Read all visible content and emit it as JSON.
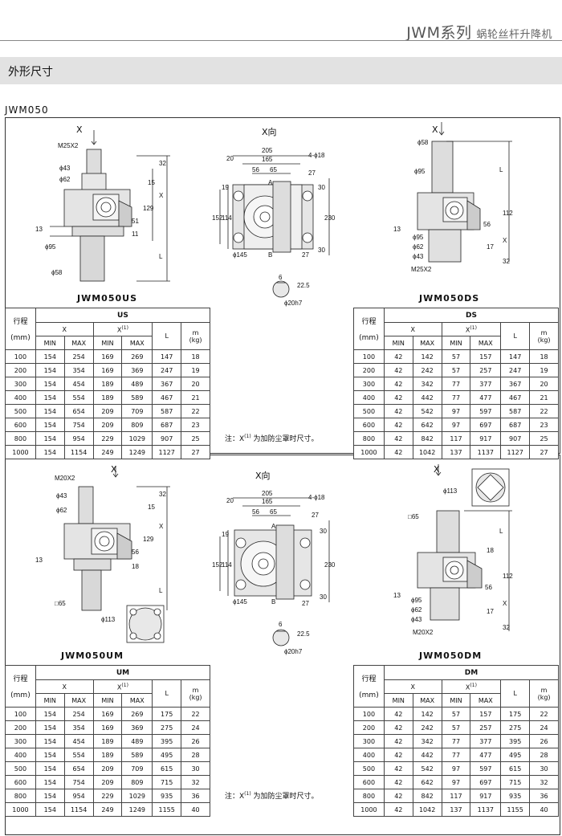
{
  "header": {
    "series": "JWM系列",
    "subtitle": "蜗轮丝杆升降机"
  },
  "section": {
    "title": "外形尺寸"
  },
  "model": {
    "label": "JWM050"
  },
  "drawings": {
    "x_arrow": "X",
    "x_view": "X向",
    "labels": {
      "us": {
        "m25x2": "M25X2",
        "d43": "ϕ43",
        "d62": "ϕ62",
        "d95": "ϕ95",
        "d58": "ϕ58",
        "n32": "32",
        "n15": "15",
        "x": "X",
        "n129": "129",
        "n51": "51",
        "n11": "11",
        "n13": "13",
        "l": "L"
      },
      "ds": {
        "d58": "ϕ58",
        "d95": "ϕ95",
        "d62": "ϕ62",
        "d43": "ϕ43",
        "m25x2": "M25X2",
        "l": "L",
        "n112": "112",
        "n56": "56",
        "x": "X",
        "n17": "17",
        "n32": "32",
        "n13": "13"
      },
      "xview": {
        "n205": "205",
        "n165": "165",
        "n20": "20",
        "n56": "56",
        "n65": "65",
        "hole": "4-ϕ18",
        "n27": "27",
        "n30": "30",
        "n19": "19",
        "n152": "152",
        "n114": "114",
        "n230": "230",
        "d145": "ϕ145",
        "a": "A",
        "b": "B",
        "n27b": "27",
        "n30b": "30",
        "n6": "6",
        "n225": "22.5",
        "d20h7": "ϕ20h7"
      },
      "um": {
        "m20x2": "M20X2",
        "d43": "ϕ43",
        "d62": "ϕ62",
        "n32": "32",
        "n15": "15",
        "x": "X",
        "n129": "129",
        "n56": "56",
        "n18": "18",
        "n13": "13",
        "sq65": "□65",
        "d113": "ϕ113",
        "l": "L"
      },
      "dm": {
        "d113": "ϕ113",
        "sq65": "□65",
        "l": "L",
        "n18": "18",
        "n112": "112",
        "n56": "56",
        "n13": "13",
        "d95": "ϕ95",
        "d62": "ϕ62",
        "d43": "ϕ43",
        "m20x2": "M20X2",
        "x": "X",
        "n17": "17",
        "n32": "32"
      }
    }
  },
  "captions": {
    "us": "JWM050US",
    "ds": "JWM050DS",
    "um": "JWM050UM",
    "dm": "JWM050DM"
  },
  "table_headers": {
    "stroke": "行程",
    "stroke_unit": "(mm)",
    "x": "X",
    "x1": "X",
    "x1_sup": "(1)",
    "min": "MIN",
    "max": "MAX",
    "l": "L",
    "m": "m",
    "m_unit": "(kg)"
  },
  "note": {
    "prefix": "注：X",
    "sup": "(1)",
    "text": "为加防尘罩时尺寸。"
  },
  "tables": {
    "us": {
      "title": "US",
      "rows": [
        [
          "100",
          "154",
          "254",
          "169",
          "269",
          "147",
          "18"
        ],
        [
          "200",
          "154",
          "354",
          "169",
          "369",
          "247",
          "19"
        ],
        [
          "300",
          "154",
          "454",
          "189",
          "489",
          "367",
          "20"
        ],
        [
          "400",
          "154",
          "554",
          "189",
          "589",
          "467",
          "21"
        ],
        [
          "500",
          "154",
          "654",
          "209",
          "709",
          "587",
          "22"
        ],
        [
          "600",
          "154",
          "754",
          "209",
          "809",
          "687",
          "23"
        ],
        [
          "800",
          "154",
          "954",
          "229",
          "1029",
          "907",
          "25"
        ],
        [
          "1000",
          "154",
          "1154",
          "249",
          "1249",
          "1127",
          "27"
        ]
      ]
    },
    "ds": {
      "title": "DS",
      "rows": [
        [
          "100",
          "42",
          "142",
          "57",
          "157",
          "147",
          "18"
        ],
        [
          "200",
          "42",
          "242",
          "57",
          "257",
          "247",
          "19"
        ],
        [
          "300",
          "42",
          "342",
          "77",
          "377",
          "367",
          "20"
        ],
        [
          "400",
          "42",
          "442",
          "77",
          "477",
          "467",
          "21"
        ],
        [
          "500",
          "42",
          "542",
          "97",
          "597",
          "587",
          "22"
        ],
        [
          "600",
          "42",
          "642",
          "97",
          "697",
          "687",
          "23"
        ],
        [
          "800",
          "42",
          "842",
          "117",
          "917",
          "907",
          "25"
        ],
        [
          "1000",
          "42",
          "1042",
          "137",
          "1137",
          "1127",
          "27"
        ]
      ]
    },
    "um": {
      "title": "UM",
      "rows": [
        [
          "100",
          "154",
          "254",
          "169",
          "269",
          "175",
          "22"
        ],
        [
          "200",
          "154",
          "354",
          "169",
          "369",
          "275",
          "24"
        ],
        [
          "300",
          "154",
          "454",
          "189",
          "489",
          "395",
          "26"
        ],
        [
          "400",
          "154",
          "554",
          "189",
          "589",
          "495",
          "28"
        ],
        [
          "500",
          "154",
          "654",
          "209",
          "709",
          "615",
          "30"
        ],
        [
          "600",
          "154",
          "754",
          "209",
          "809",
          "715",
          "32"
        ],
        [
          "800",
          "154",
          "954",
          "229",
          "1029",
          "935",
          "36"
        ],
        [
          "1000",
          "154",
          "1154",
          "249",
          "1249",
          "1155",
          "40"
        ]
      ]
    },
    "dm": {
      "title": "DM",
      "rows": [
        [
          "100",
          "42",
          "142",
          "57",
          "157",
          "175",
          "22"
        ],
        [
          "200",
          "42",
          "242",
          "57",
          "257",
          "275",
          "24"
        ],
        [
          "300",
          "42",
          "342",
          "77",
          "377",
          "395",
          "26"
        ],
        [
          "400",
          "42",
          "442",
          "77",
          "477",
          "495",
          "28"
        ],
        [
          "500",
          "42",
          "542",
          "97",
          "597",
          "615",
          "30"
        ],
        [
          "600",
          "42",
          "642",
          "97",
          "697",
          "715",
          "32"
        ],
        [
          "800",
          "42",
          "842",
          "117",
          "917",
          "935",
          "36"
        ],
        [
          "1000",
          "42",
          "1042",
          "137",
          "1137",
          "1155",
          "40"
        ]
      ]
    }
  }
}
